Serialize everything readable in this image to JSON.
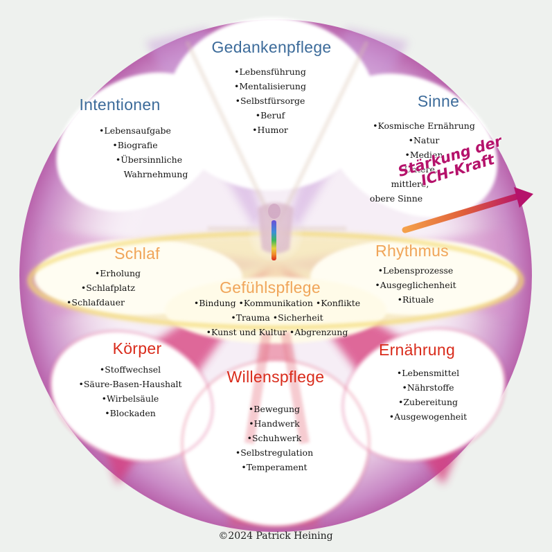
{
  "colors": {
    "title_blue": "#3c6b9a",
    "title_orange": "#f0a55a",
    "title_red": "#d92b1b",
    "arrow_magenta": "#b5126b",
    "arrow_orange": "#f0803c",
    "ring_purple": "#c989c4",
    "ring_magenta": "#d24c8c",
    "band_yellow": "#f5e27a"
  },
  "sections": [
    {
      "id": "gedankenpflege",
      "title": "Gedankenpflege",
      "color": "blue",
      "items": [
        "•Lebensführung",
        "•Mentalisierung",
        "•Selbstfürsorge",
        "•Beruf",
        "•Humor"
      ]
    },
    {
      "id": "intentionen",
      "title": "Intentionen",
      "color": "blue",
      "items": [
        "•Lebensaufgabe",
        "•Biografie",
        "•Übersinnliche",
        "Wahrnehmung"
      ]
    },
    {
      "id": "sinne",
      "title": "Sinne",
      "color": "blue",
      "items": [
        "•Kosmische Ernährung",
        "•Natur",
        "•Medien",
        "•Untere,",
        "mittlere,",
        "obere Sinne"
      ]
    },
    {
      "id": "schlaf",
      "title": "Schlaf",
      "color": "orange",
      "items": [
        "•Erholung",
        "•Schlafplatz",
        "•Schlafdauer"
      ]
    },
    {
      "id": "rhythmus",
      "title": "Rhythmus",
      "color": "orange",
      "items": [
        "•Lebensprozesse",
        "•Ausgeglichenheit",
        "•Rituale"
      ]
    },
    {
      "id": "gefuehlspflege",
      "title": "Gefühlspflege",
      "color": "orange",
      "items": [
        "•Bindung •Kommunikation •Konflikte",
        "•Trauma •Sicherheit",
        "•Kunst und Kultur •Abgrenzung"
      ]
    },
    {
      "id": "koerper",
      "title": "Körper",
      "color": "red",
      "items": [
        "•Stoffwechsel",
        "•Säure-Basen-Haushalt",
        "•Wirbelsäule",
        "•Blockaden"
      ]
    },
    {
      "id": "willenspflege",
      "title": "Willenspflege",
      "color": "red",
      "items": [
        "•Bewegung",
        "•Handwerk",
        "•Schuhwerk",
        "•Selbstregulation",
        "•Temperament"
      ]
    },
    {
      "id": "ernaehrung",
      "title": "Ernährung",
      "color": "red",
      "items": [
        "•Lebensmittel",
        "•Nährstoffe",
        "•Zubereitung",
        "•Ausgewogenheit"
      ]
    }
  ],
  "staerkung": {
    "line1": "Stärkung der",
    "line2": "ICH-Kraft"
  },
  "copyright": "©2024 Patrick Heining"
}
